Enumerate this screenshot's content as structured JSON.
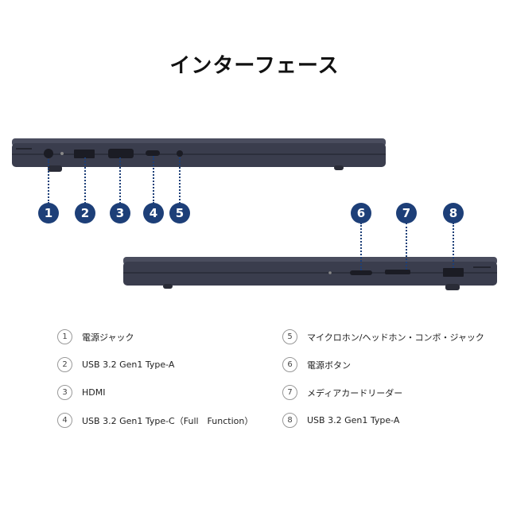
{
  "title": "インターフェース",
  "legend": [
    {
      "num": "1",
      "text": "電源ジャック"
    },
    {
      "num": "2",
      "text": "USB 3.2 Gen1 Type-A"
    },
    {
      "num": "3",
      "text": "HDMI"
    },
    {
      "num": "4",
      "text": "USB 3.2 Gen1 Type-C（Full　Function）"
    },
    {
      "num": "5",
      "text": "マイクロホン/ヘッドホン・コンボ・ジャック"
    },
    {
      "num": "6",
      "text": "電源ボタン"
    },
    {
      "num": "7",
      "text": "メディアカードリーダー"
    },
    {
      "num": "8",
      "text": "USB 3.2 Gen1 Type-A"
    }
  ],
  "colors": {
    "callout": "#1d3f78",
    "chassis": "#3a3d4d"
  }
}
